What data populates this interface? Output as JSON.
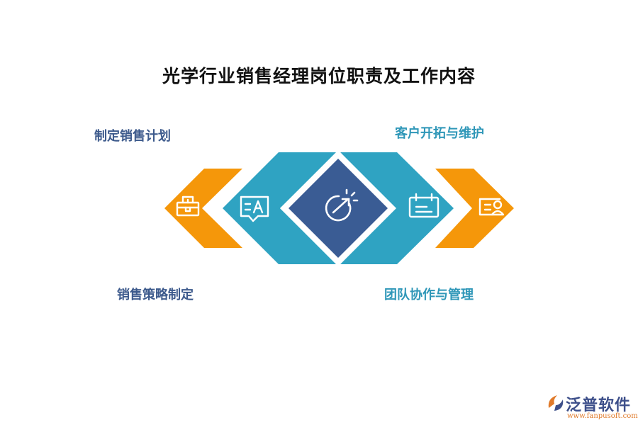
{
  "title": "光学行业销售经理岗位职责及工作内容",
  "items": [
    {
      "label": "制定销售计划",
      "icon": "toolbox-icon"
    },
    {
      "label": "销售策略制定",
      "icon": "chat-document-icon"
    },
    {
      "label": "",
      "icon": "target-arrow-icon"
    },
    {
      "label": "客户开拓与维护",
      "icon": "calendar-icon"
    },
    {
      "label": "团队协作与管理",
      "icon": "profile-card-icon"
    }
  ],
  "colors": {
    "orange": "#f5970a",
    "teal": "#2fa3c2",
    "navy": "#3a5c94",
    "label_dark": "#3d5a8c",
    "label_teal": "#2f97b8"
  },
  "logo": {
    "name": "泛普软件",
    "url": "www.fanpusoft.com"
  }
}
